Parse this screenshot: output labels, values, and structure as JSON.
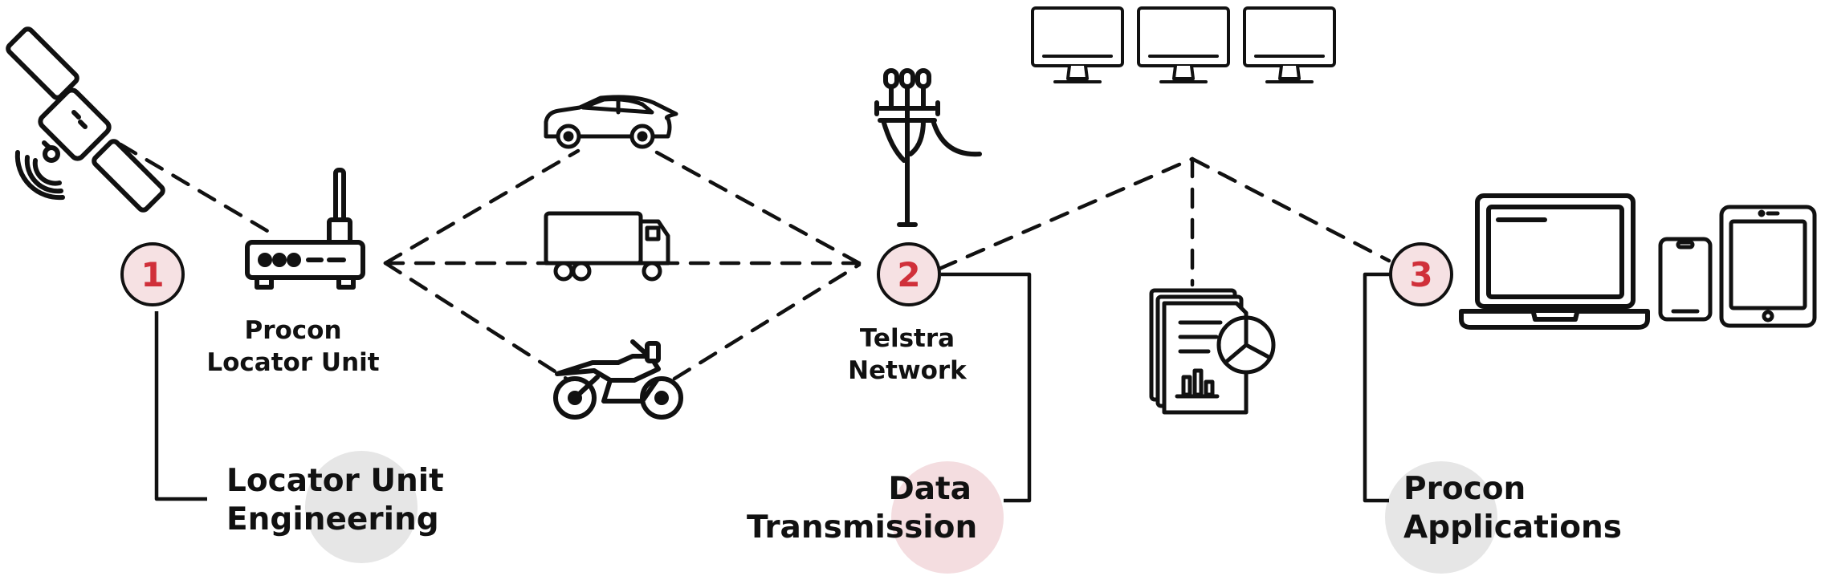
{
  "steps": [
    {
      "number": "1",
      "title_lines": [
        "Locator Unit",
        "Engineering"
      ]
    },
    {
      "number": "2",
      "title_lines": [
        "Data",
        "Transmission"
      ]
    },
    {
      "number": "3",
      "title_lines": [
        "Procon",
        "Applications"
      ]
    }
  ],
  "nodes": {
    "locator_unit": [
      "Procon",
      "Locator Unit"
    ],
    "network": [
      "Telstra",
      "Network"
    ]
  },
  "icons": [
    "satellite-icon",
    "router-icon",
    "car-icon",
    "truck-icon",
    "motorcycle-icon",
    "telecom-tower-icon",
    "monitor-icon",
    "documents-chart-icon",
    "laptop-icon",
    "phone-icon",
    "tablet-icon"
  ],
  "colors": {
    "accent": "#d0303a",
    "badge_fill": "#f6e1e3",
    "blob_pink": "#f4dde0",
    "blob_grey": "#e6e6e6",
    "line": "#111111"
  }
}
